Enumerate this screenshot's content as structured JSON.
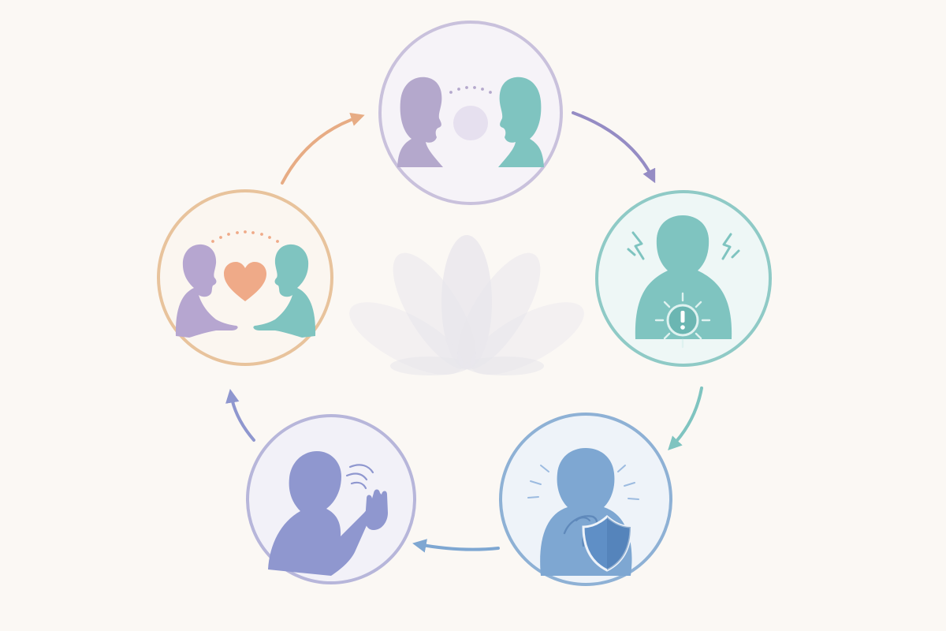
{
  "diagram": {
    "type": "cycle",
    "background": "#fbf8f4",
    "center_icon": "lotus-icon",
    "center_color": "#d9d8e6",
    "nodes": [
      {
        "id": "connection",
        "icon": "two-faces-connection-icon",
        "ring": "#c9c1dc",
        "fill": "#f6f3f8",
        "colors": [
          "#b4a8cc",
          "#7fc4c0"
        ]
      },
      {
        "id": "trigger",
        "icon": "person-alarm-icon",
        "ring": "#8fcac6",
        "fill": "#eef7f6",
        "colors": [
          "#7fc4c0"
        ]
      },
      {
        "id": "protection",
        "icon": "person-shield-icon",
        "ring": "#8eb1d5",
        "fill": "#eef3f9",
        "colors": [
          "#7ea7d2"
        ]
      },
      {
        "id": "withdrawal",
        "icon": "person-raised-hand-icon",
        "ring": "#b7b6da",
        "fill": "#f2f1f8",
        "colors": [
          "#8f97cf"
        ]
      },
      {
        "id": "repair",
        "icon": "two-people-heart-icon",
        "ring": "#e8c39c",
        "fill": "#fbf6f0",
        "colors": [
          "#b6a6d0",
          "#7fc4c0",
          "#efaa88"
        ]
      }
    ],
    "arrows": [
      {
        "from": "connection",
        "to": "trigger",
        "color": "#958cc4"
      },
      {
        "from": "trigger",
        "to": "protection",
        "color": "#7fc4c0"
      },
      {
        "from": "protection",
        "to": "withdrawal",
        "color": "#7ea7d2"
      },
      {
        "from": "withdrawal",
        "to": "repair",
        "color": "#8f97cf"
      },
      {
        "from": "repair",
        "to": "connection",
        "color": "#e7ac84"
      }
    ]
  }
}
